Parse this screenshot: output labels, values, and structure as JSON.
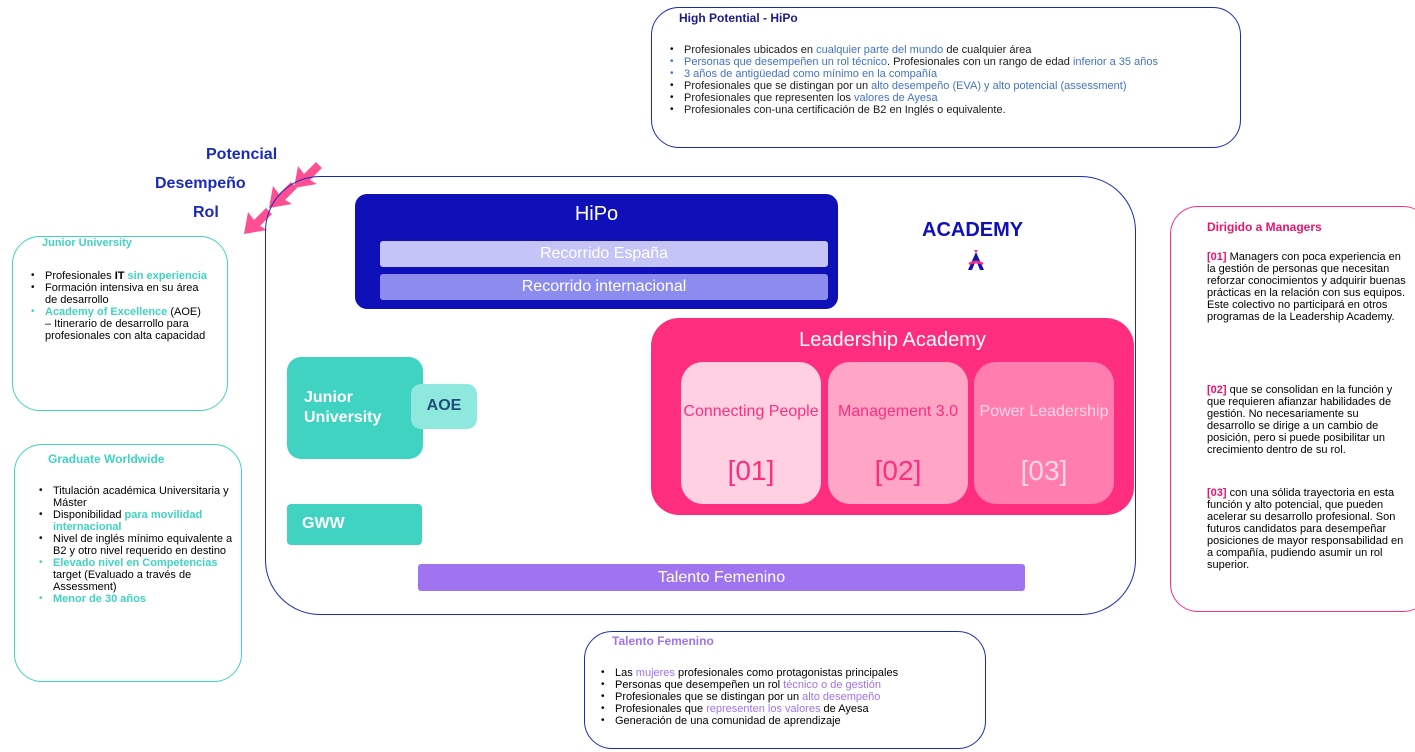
{
  "hipo_box": {
    "title": "High Potential - HiPo",
    "items": [
      {
        "bullet_color": "#000000",
        "parts": [
          {
            "t": "Profesionales ubicados en ",
            "c": ""
          },
          {
            "t": "cualquier parte del mundo",
            "c": "blue"
          },
          {
            "t": " de cualquier área",
            "c": ""
          }
        ]
      },
      {
        "bullet_color": "#4472c4",
        "parts": [
          {
            "t": "Personas que desempeñen un rol técnico",
            "c": "blue"
          },
          {
            "t": ". Profesionales con un rango de edad ",
            "c": ""
          },
          {
            "t": "inferior a 35 años",
            "c": "blue"
          }
        ]
      },
      {
        "bullet_color": "#4472c4",
        "parts": [
          {
            "t": "3 años de antigüedad como mínimo en la compañía",
            "c": "blue"
          }
        ]
      },
      {
        "bullet_color": "#000000",
        "parts": [
          {
            "t": "Profesionales que se distingan por un ",
            "c": ""
          },
          {
            "t": "alto desempeño (EVA) y alto potencial (assessment)",
            "c": "blue"
          }
        ]
      },
      {
        "bullet_color": "#000000",
        "parts": [
          {
            "t": "Profesionales que representen los ",
            "c": ""
          },
          {
            "t": "valores de Ayesa",
            "c": "blue"
          }
        ]
      },
      {
        "bullet_color": "#000000",
        "parts": [
          {
            "t": "Profesionales con-una certificación de B2 en Inglés o equivalente.",
            "c": ""
          }
        ]
      }
    ]
  },
  "axis_labels": {
    "potencial": "Potencial",
    "desempeno": "Desempeño",
    "rol": "Rol"
  },
  "main": {
    "hipo_title": "HiPo",
    "route_spain": "Recorrido España",
    "route_international": "Recorrido internacional",
    "academy": "ACADEMY",
    "leadership_title": "Leadership Academy",
    "cards": [
      {
        "name": "Connecting People",
        "code": "[01]"
      },
      {
        "name": "Management 3.0",
        "code": "[02]"
      },
      {
        "name": "Power Leadership",
        "code": "[03]"
      }
    ],
    "junior_university": "Junior University",
    "aoe": "AOE",
    "gww": "GWW",
    "talento_femenino": "Talento Femenino"
  },
  "junior_box": {
    "title": "Junior University",
    "items": [
      [
        {
          "t": "Profesionales ",
          "c": ""
        },
        {
          "t": "IT",
          "c": "bold"
        },
        {
          "t": " sin experiencia",
          "c": "teal"
        }
      ],
      [
        {
          "t": "Formación intensiva en su área de desarrollo",
          "c": ""
        }
      ],
      [
        {
          "t": "Academy of Excellence",
          "c": "teal"
        },
        {
          "t": " (AOE) – Itinerario de desarrollo para profesionales con alta capacidad",
          "c": ""
        }
      ]
    ],
    "bullet_colors": [
      "#000000",
      "#000000",
      "#40d3c2"
    ]
  },
  "graduate_box": {
    "title": "Graduate Worldwide",
    "items": [
      [
        {
          "t": "Titulación académica Universitaria y Máster",
          "c": ""
        }
      ],
      [
        {
          "t": "Disponibilidad ",
          "c": ""
        },
        {
          "t": "para movilidad internacional",
          "c": "teal"
        }
      ],
      [
        {
          "t": "Nivel de inglés mínimo equivalente a B2 y otro nivel requerido en destino",
          "c": ""
        }
      ],
      [
        {
          "t": "Elevado nivel en Competencias",
          "c": "teal"
        },
        {
          "t": " target (Evaluado a través de Assessment)",
          "c": ""
        }
      ],
      [
        {
          "t": "Menor de 30 años",
          "c": "teal"
        }
      ]
    ],
    "bullet_colors": [
      "#000000",
      "#000000",
      "#000000",
      "#40d3c2",
      "#40d3c2"
    ]
  },
  "managers_box": {
    "title": "Dirigido a Managers",
    "paragraphs": [
      {
        "code": "[01]",
        "text": " Managers con poca experiencia en la gestión de personas que necesitan reforzar conocimientos y adquirir buenas prácticas en la relación con sus equipos. Este colectivo no participará en otros programas de la Leadership Academy."
      },
      {
        "code": "[02]",
        "text": " que se consolidan en la función y que requieren afianzar habilidades de gestión. No necesariamente su desarrollo se dirige a un cambio de posición, pero si puede posibilitar un crecimiento dentro de su rol."
      },
      {
        "code": "[03]",
        "text": " con una sólida trayectoria en esta función y alto potencial, que pueden acelerar su desarrollo profesional. Son futuros candidatos para desempeñar posiciones de mayor responsabilidad en a compañía, pudiendo asumir un rol superior."
      }
    ]
  },
  "talento_box": {
    "title": "Talento Femenino",
    "items": [
      [
        {
          "t": "Las ",
          "c": ""
        },
        {
          "t": "mujeres",
          "c": "purple"
        },
        {
          "t": " profesionales como protagonistas principales",
          "c": ""
        }
      ],
      [
        {
          "t": "Personas que desempeñen un rol ",
          "c": ""
        },
        {
          "t": "técnico o de gestión",
          "c": "purple"
        }
      ],
      [
        {
          "t": "Profesionales que se distingan por un ",
          "c": ""
        },
        {
          "t": "alto desempeño",
          "c": "purple"
        }
      ],
      [
        {
          "t": "Profesionales que ",
          "c": ""
        },
        {
          "t": "representen los valores",
          "c": "purple"
        },
        {
          "t": " de Ayesa",
          "c": ""
        }
      ],
      [
        {
          "t": "Generación de una comunidad de aprendizaje",
          "c": ""
        }
      ]
    ]
  },
  "colors": {
    "navy": "#1010b8",
    "pink": "#ff2d7e",
    "teal": "#40d3c2",
    "purple": "#a073f0",
    "link_blue": "#4472c4"
  }
}
